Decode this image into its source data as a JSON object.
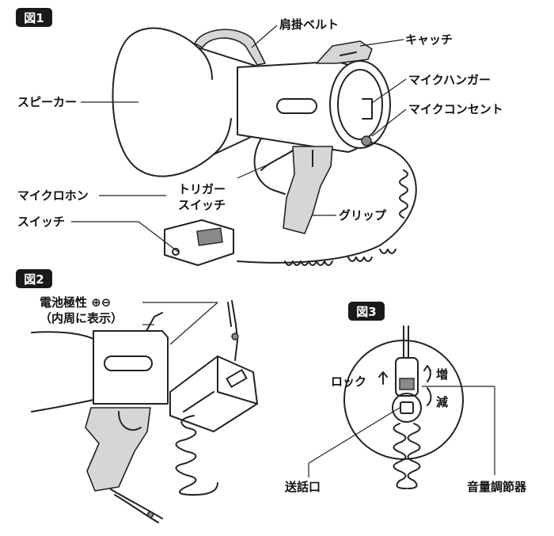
{
  "figures": {
    "fig1": {
      "badge": "図1",
      "labels": {
        "shoulder_belt": "肩掛ベルト",
        "catch": "キャッチ",
        "speaker": "スピーカー",
        "mic_hanger": "マイクハンガー",
        "mic_outlet": "マイクコンセント",
        "trigger_switch_line1": "トリガー",
        "trigger_switch_line2": "スイッチ",
        "microphone": "マイクロホン",
        "switch": "スイッチ",
        "grip": "グリップ"
      }
    },
    "fig2": {
      "badge": "図2",
      "labels": {
        "battery_polarity_line1": "電池極性 ⊕⊖",
        "battery_polarity_line2": "（内周に表示）"
      }
    },
    "fig3": {
      "badge": "図3",
      "labels": {
        "lock": "ロック",
        "increase": "増",
        "decrease": "減",
        "mouthpiece": "送話口",
        "volume_control": "音量調節器"
      }
    }
  },
  "colors": {
    "badge_bg": "#1a1a1a",
    "line": "#222222",
    "shade": "#d6d6d6"
  }
}
